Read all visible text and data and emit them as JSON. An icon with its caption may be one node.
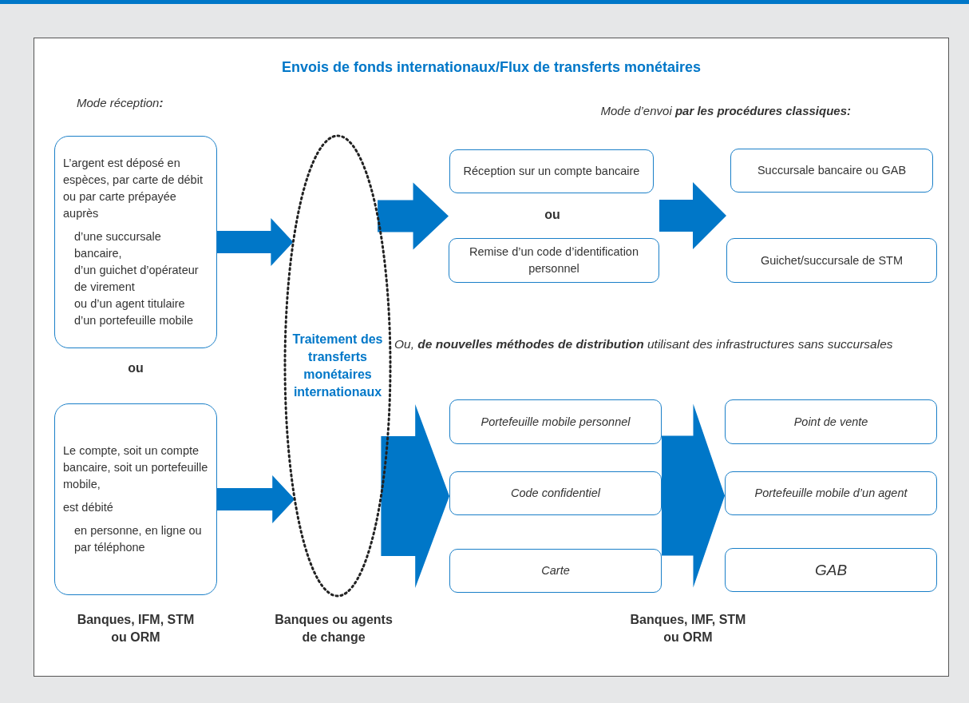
{
  "diagram": {
    "title": "Envois de fonds internationaux/Flux de transferts monétaires",
    "nodes": [
      {
        "text": [
          "L’argent est déposé en espèces, par carte de débit ou par carte prépayée auprès",
          "d’une succursale bancaire,",
          "d’un guichet d’opérateur de virement",
          "ou d’un agent titulaire d’un portefeuille mobile"
        ]
      },
      {
        "text": [
          "Le compte, soit un compte bancaire, soit un portefeuille mobile,",
          "est débité",
          "en personne, en ligne ou par téléphone"
        ]
      },
      {
        "text": [
          "Traitement des transferts monétaires internationaux"
        ]
      },
      {
        "text": [
          "Réception sur un compte bancaire"
        ]
      },
      {
        "text": [
          "Remise d’un code d’identification personnel"
        ]
      },
      {
        "text": [
          "Succursale bancaire ou GAB"
        ]
      },
      {
        "text": [
          "Guichet/succursale de STM"
        ]
      },
      {
        "text": [
          "Portefeuille mobile personnel"
        ]
      },
      {
        "text": [
          "Code confidentiel"
        ]
      },
      {
        "text": [
          "Carte"
        ]
      },
      {
        "text": [
          "Point de vente"
        ]
      },
      {
        "text": [
          "Portefeuille mobile d’un agent"
        ]
      },
      {
        "text": [
          "GAB"
        ]
      }
    ],
    "edges": [
      {
        "from": 0,
        "to": 2,
        "arrow": "to"
      },
      {
        "from": 1,
        "to": 2,
        "arrow": "to"
      },
      {
        "from": 2,
        "to": 3,
        "arrow": "to"
      },
      {
        "from": 2,
        "to": 4,
        "arrow": "to"
      },
      {
        "from": 3,
        "to": 5,
        "arrow": "to"
      },
      {
        "from": 4,
        "to": 6,
        "arrow": "to"
      },
      {
        "from": 2,
        "to": 7,
        "arrow": "to"
      },
      {
        "from": 2,
        "to": 8,
        "arrow": "to"
      },
      {
        "from": 2,
        "to": 9,
        "arrow": "to"
      },
      {
        "from": 7,
        "to": 10,
        "arrow": "to"
      },
      {
        "from": 8,
        "to": 11,
        "arrow": "to"
      },
      {
        "from": 9,
        "to": 12,
        "arrow": "to"
      }
    ],
    "labels": [
      "Mode réception**:**",
      "Mode d’envoi **par les procédures classiques:**",
      "ou",
      "ou",
      "Ou, **de nouvelles méthodes de distribution** utilisant des infrastructures sans succursales",
      "Banques, IFM, STM ou ORM",
      "Banques ou agents de change",
      "Banques, IMF, STM ou ORM"
    ]
  }
}
